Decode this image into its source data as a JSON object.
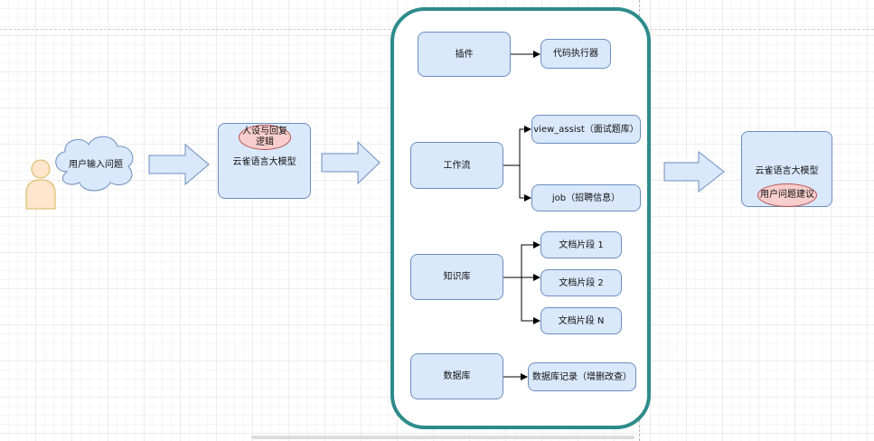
{
  "diagram": {
    "user_question": "用户输入问题",
    "llm_left": {
      "persona": "人设与回复\n逻辑",
      "title": "云雀语言大模型"
    },
    "tools": {
      "plugin": "插件",
      "code_executor": "代码执行器",
      "workflow": "工作流",
      "view_assist": "view_assist（面试题库）",
      "job": "job（招聘信息）",
      "knowledge_base": "知识库",
      "doc_1": "文档片段 1",
      "doc_2": "文档片段 2",
      "doc_n": "文档片段 N",
      "database": "数据库",
      "db_record": "数据库记录（增删改查）"
    },
    "llm_right": {
      "title": "云雀语言大模型",
      "suggestion": "用户问题建议"
    }
  },
  "colors": {
    "node_fill": "#dae8fc",
    "node_stroke": "#6c8ebf",
    "ellipse_fill": "#f8cecc",
    "ellipse_stroke": "#b85450",
    "container_stroke": "#2e8b8b",
    "user_fill": "#ffe6cc",
    "user_stroke": "#d6b656"
  }
}
